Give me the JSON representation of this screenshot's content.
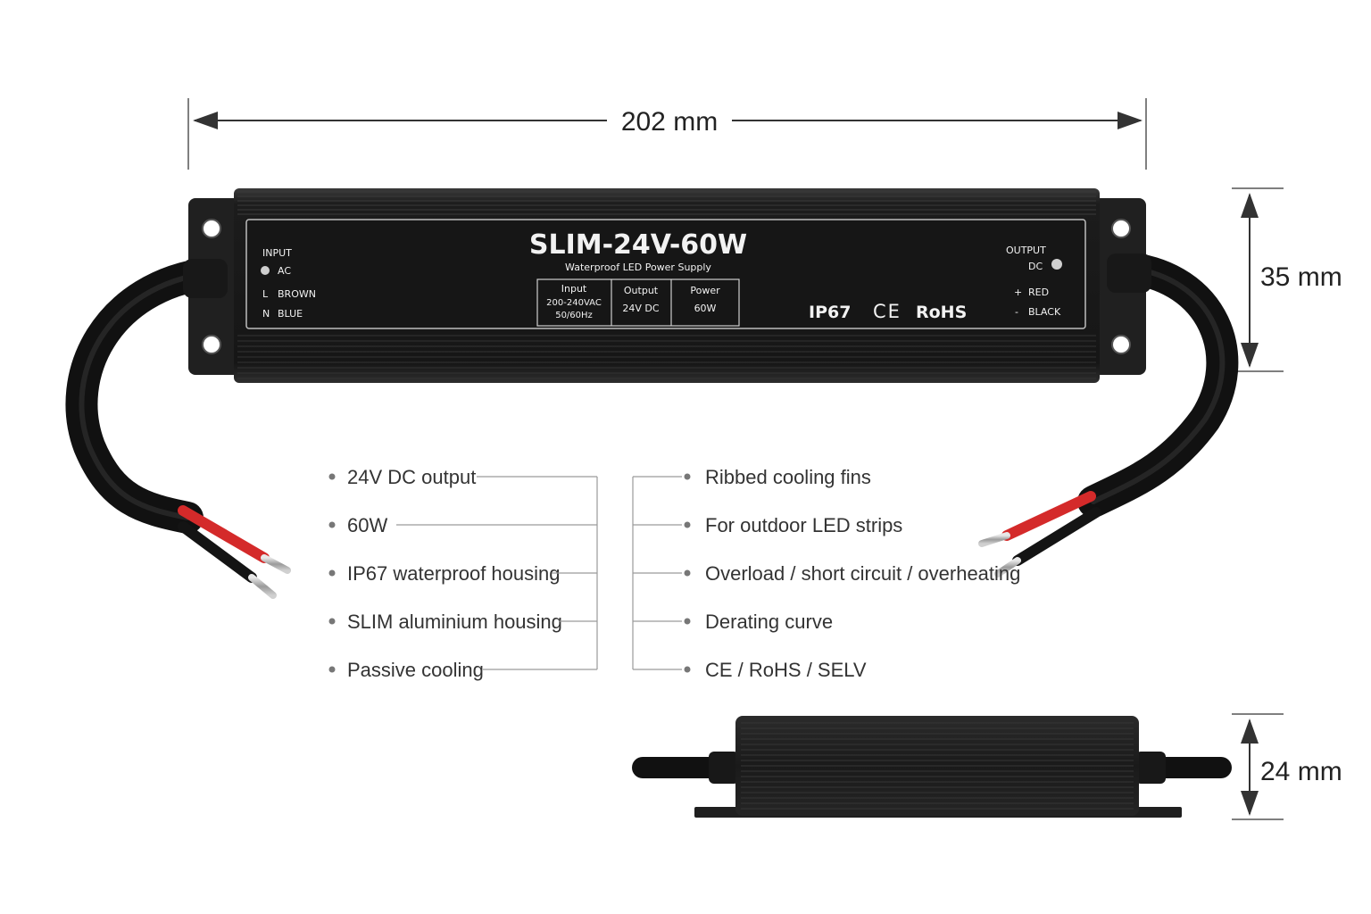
{
  "dimensions": {
    "length": "202 mm",
    "height": "35 mm",
    "depth": "24 mm"
  },
  "label": {
    "model": "SLIM-24V-60W",
    "subtitle": "Waterproof LED Power Supply",
    "input": {
      "title": "INPUT",
      "ac": "AC",
      "l_mark": "L",
      "l_color": "BROWN",
      "n_mark": "N",
      "n_color": "BLUE"
    },
    "specs": {
      "input_title": "Input",
      "input_voltage": "200-240VAC",
      "input_freq": "50/60Hz",
      "output_title": "Output",
      "output_value": "24V DC",
      "power_title": "Power",
      "power_value": "60W"
    },
    "certs": {
      "ip": "IP67",
      "ce": "CE",
      "rohs": "RoHS"
    },
    "output": {
      "title": "OUTPUT",
      "dc": "DC",
      "plus": "+",
      "plus_color": "RED",
      "minus": "-",
      "minus_color": "BLACK"
    }
  },
  "features_left": [
    "24V DC output",
    "60W",
    "IP67 waterproof housing",
    "SLIM aluminium housing",
    "Passive cooling"
  ],
  "features_right": [
    "Ribbed cooling fins",
    "For outdoor LED strips",
    "Overload / short circuit / overheating",
    "Derating curve",
    "CE / RoHS / SELV"
  ],
  "colors": {
    "housing": "#1e1e1e",
    "cable": "#1a1a1a",
    "wire_red": "#d42a2a",
    "line": "#9a9a9a"
  }
}
